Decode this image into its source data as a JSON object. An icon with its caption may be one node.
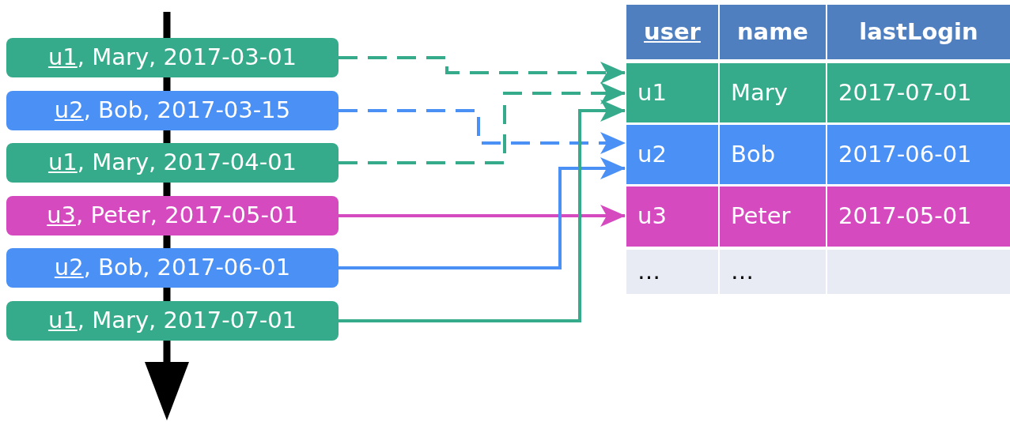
{
  "diagram": {
    "nodes": [
      {
        "text": [
          "u1, Mary, 2017-03-01"
        ]
      },
      {
        "text": [
          "u2, Bob, 2017-03-15"
        ]
      },
      {
        "text": [
          "u1, Mary, 2017-04-01"
        ]
      },
      {
        "text": [
          "u3, Peter, 2017-05-01"
        ]
      },
      {
        "text": [
          "u2, Bob, 2017-06-01"
        ]
      },
      {
        "text": [
          "u1, Mary, 2017-07-01"
        ]
      },
      {
        "text": [
          "user",
          "name",
          "lastLogin"
        ]
      },
      {
        "text": [
          "u1",
          "Mary",
          "2017-07-01"
        ]
      },
      {
        "text": [
          "u2",
          "Bob",
          "2017-06-01"
        ]
      },
      {
        "text": [
          "u3",
          "Peter",
          "2017-05-01"
        ]
      },
      {
        "text": [
          "…",
          "…"
        ]
      }
    ],
    "edges": [
      {
        "from": 0,
        "to": 7,
        "arrow": "to",
        "style": "dashed",
        "color": "#36ab8b"
      },
      {
        "from": 1,
        "to": 8,
        "arrow": "to",
        "style": "dashed",
        "color": "#4a90f5"
      },
      {
        "from": 2,
        "to": 7,
        "arrow": "to",
        "style": "dashed",
        "color": "#36ab8b"
      },
      {
        "from": 3,
        "to": 9,
        "arrow": "to",
        "color": "#d64ac0"
      },
      {
        "from": 4,
        "to": 8,
        "arrow": "to",
        "color": "#4a90f5"
      },
      {
        "from": 5,
        "to": 7,
        "arrow": "to",
        "color": "#36ab8b"
      }
    ]
  }
}
